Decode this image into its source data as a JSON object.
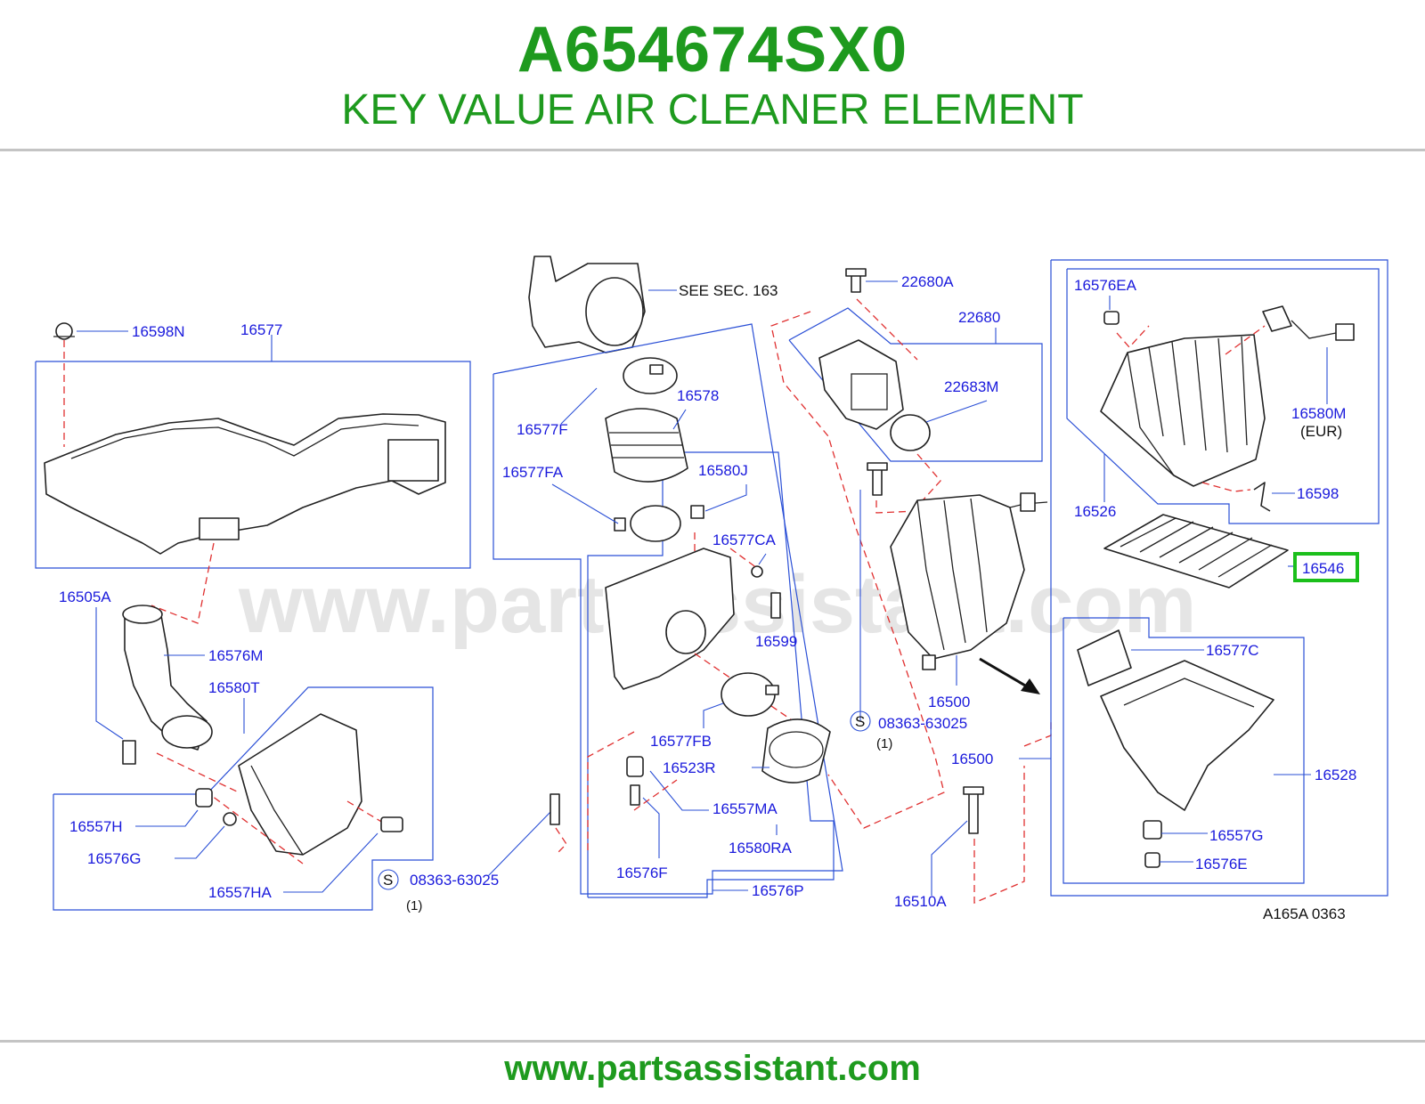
{
  "header": {
    "part_number": "A654674SX0",
    "title": "KEY VALUE AIR CLEANER ELEMENT"
  },
  "diagram": {
    "watermark": "www.partsassistant.com",
    "see_section": "SEE   SEC.   163",
    "labels": {
      "l16598N": "16598N",
      "l16577": "16577",
      "l16505A": "16505A",
      "l16576M": "16576M",
      "l16580T": "16580T",
      "l16557H": "16557H",
      "l16576G": "16576G",
      "l16557HA": "16557HA",
      "l08363a": "08363-63025",
      "l16577F": "16577F",
      "l16578": "16578",
      "l16577FA": "16577FA",
      "l16580J": "16580J",
      "l16577CA": "16577CA",
      "l16599": "16599",
      "l16577FB": "16577FB",
      "l16523R": "16523R",
      "l16557MA": "16557MA",
      "l16580RA": "16580RA",
      "l16576F": "16576F",
      "l16576P": "16576P",
      "l22680A": "22680A",
      "l22680": "22680",
      "l22683M": "22683M",
      "l16500a": "16500",
      "l08363b": "08363-63025",
      "l16500b": "16500",
      "l16510A": "16510A",
      "l16576EA": "16576EA",
      "l16580M": "16580M",
      "lEUR": "(EUR)",
      "l16526": "16526",
      "l16598": "16598",
      "l16546": "16546",
      "l16577C": "16577C",
      "l16528": "16528",
      "l16557G": "16557G",
      "l16576E": "16576E"
    },
    "s_mark": "S",
    "qty_a": "(1)",
    "qty_b": "(1)",
    "diagram_code": "A165A   0363",
    "highlighted_part": "16546",
    "colors": {
      "label": "#1a1adc",
      "highlight": "#1bbf1b",
      "dashed_leader": "#e03030",
      "frame": "#2a4fd6",
      "brand": "#1e9a1e"
    }
  },
  "footer": {
    "url": "www.partsassistant.com"
  }
}
